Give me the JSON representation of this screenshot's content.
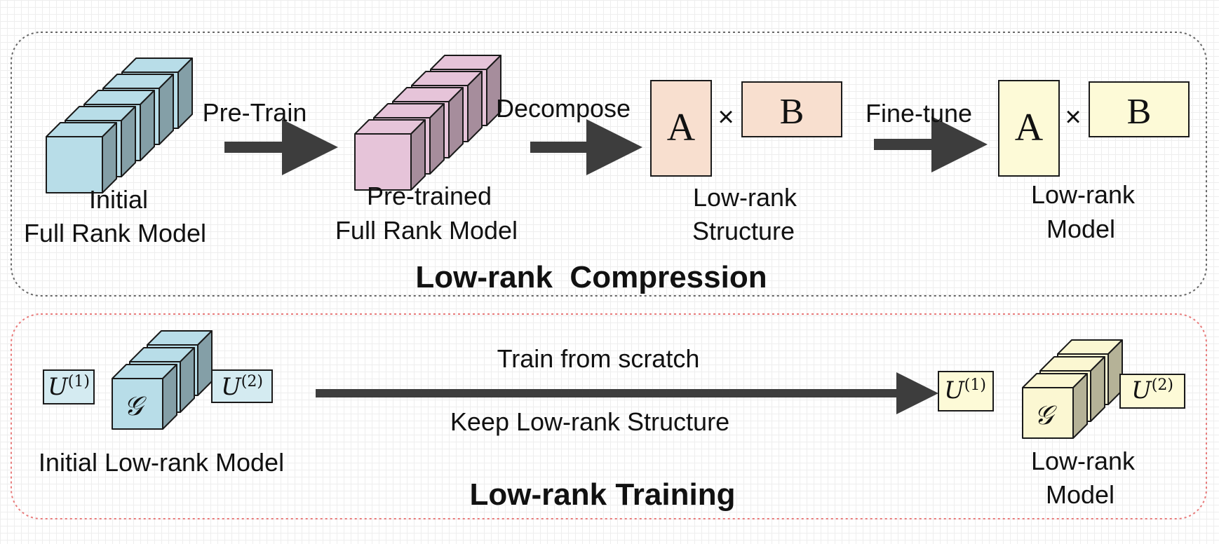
{
  "colors": {
    "arrow": "#3d3d3d",
    "cube_blue": "#b8dde8",
    "cube_pink": "#e6c4d9",
    "cube_yellow": "#fbf7d2",
    "matrix_peach": "#f8dfcf",
    "matrix_yellow": "#fdfad7",
    "section_top_border": "#666666",
    "section_bottom_border": "#e87a7a"
  },
  "compression": {
    "title": "Low-rank  Compression",
    "initial_label_1": "Initial",
    "initial_label_2": "Full Rank Model",
    "pretrain_arrow_label": "Pre-Train",
    "pretrained_label_1": "Pre-trained",
    "pretrained_label_2": "Full Rank Model",
    "decompose_arrow_label": "Decompose",
    "structure_label_1": "Low-rank",
    "structure_label_2": "Structure",
    "finetune_arrow_label": "Fine-tune",
    "model_label_1": "Low-rank",
    "model_label_2": "Model",
    "matrix_a": "A",
    "matrix_b": "B",
    "times": "×"
  },
  "training": {
    "title": "Low-rank Training",
    "initial_label": "Initial Low-rank Model",
    "arrow_top_label": "Train from scratch",
    "arrow_bottom_label": "Keep Low-rank Structure",
    "model_label_1": "Low-rank",
    "model_label_2": "Model",
    "factor_symbol": "U",
    "factor_1_sup": "(1)",
    "factor_2_sup": "(2)",
    "core_symbol": "𝒢"
  }
}
